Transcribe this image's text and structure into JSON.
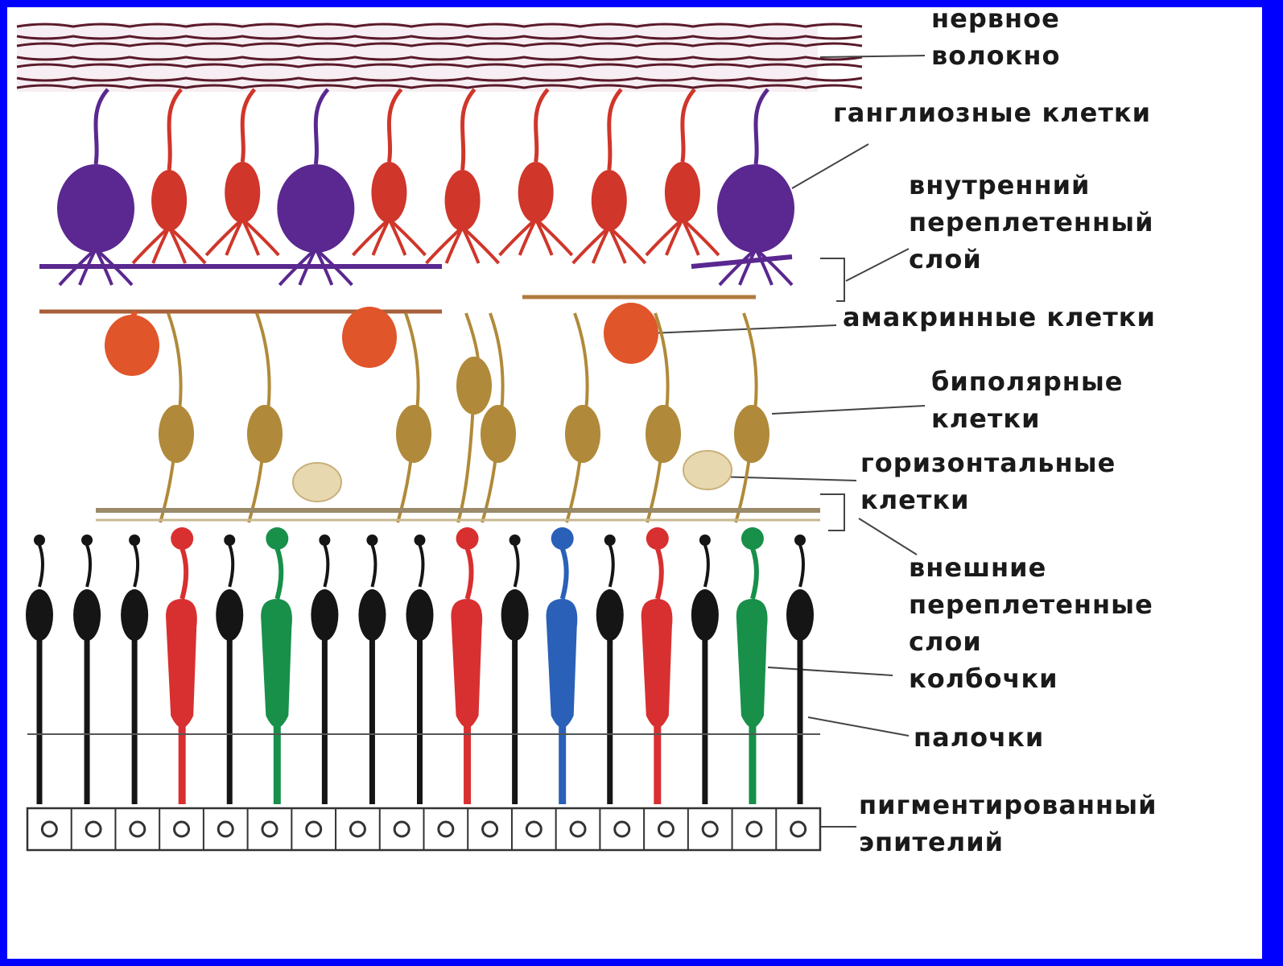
{
  "labels": {
    "nerve_fiber": [
      "нервное",
      "волокно"
    ],
    "ganglion_cells": [
      "ганглиозные клетки"
    ],
    "inner_plexiform": [
      "внутренний",
      "переплетенный",
      "слой"
    ],
    "amacrine": [
      "амакринные клетки"
    ],
    "bipolar": [
      "биполярные",
      "клетки"
    ],
    "horizontal": [
      "горизонтальные",
      "клетки"
    ],
    "outer_plexiform": [
      "внешние",
      "переплетенные",
      "слои"
    ],
    "cones": [
      "колбочки"
    ],
    "rods": [
      "палочки"
    ],
    "pigment_epithelium": [
      "пигментированный",
      "эпителий"
    ]
  },
  "photoreceptors": [
    "rod",
    "rod",
    "rod",
    "red",
    "rod",
    "green",
    "rod",
    "rod",
    "rod",
    "red",
    "rod",
    "blue",
    "rod",
    "red",
    "rod",
    "green",
    "rod"
  ],
  "ganglion_types": [
    "large",
    "small",
    "small",
    "large",
    "small",
    "small",
    "small",
    "small",
    "small",
    "large"
  ],
  "colors": {
    "frame": "#0000ff",
    "nerve_fiber": "#5a1a2a",
    "ganglion_large": "#5a2890",
    "ganglion_small": "#d0362a",
    "amacrine": "#e0552a",
    "bipolar": "#b08a3a",
    "horizontal": "#e8d8b0",
    "rod": "#151515",
    "cone_red": "#d83030",
    "cone_green": "#18904a",
    "cone_blue": "#2a60b8"
  }
}
